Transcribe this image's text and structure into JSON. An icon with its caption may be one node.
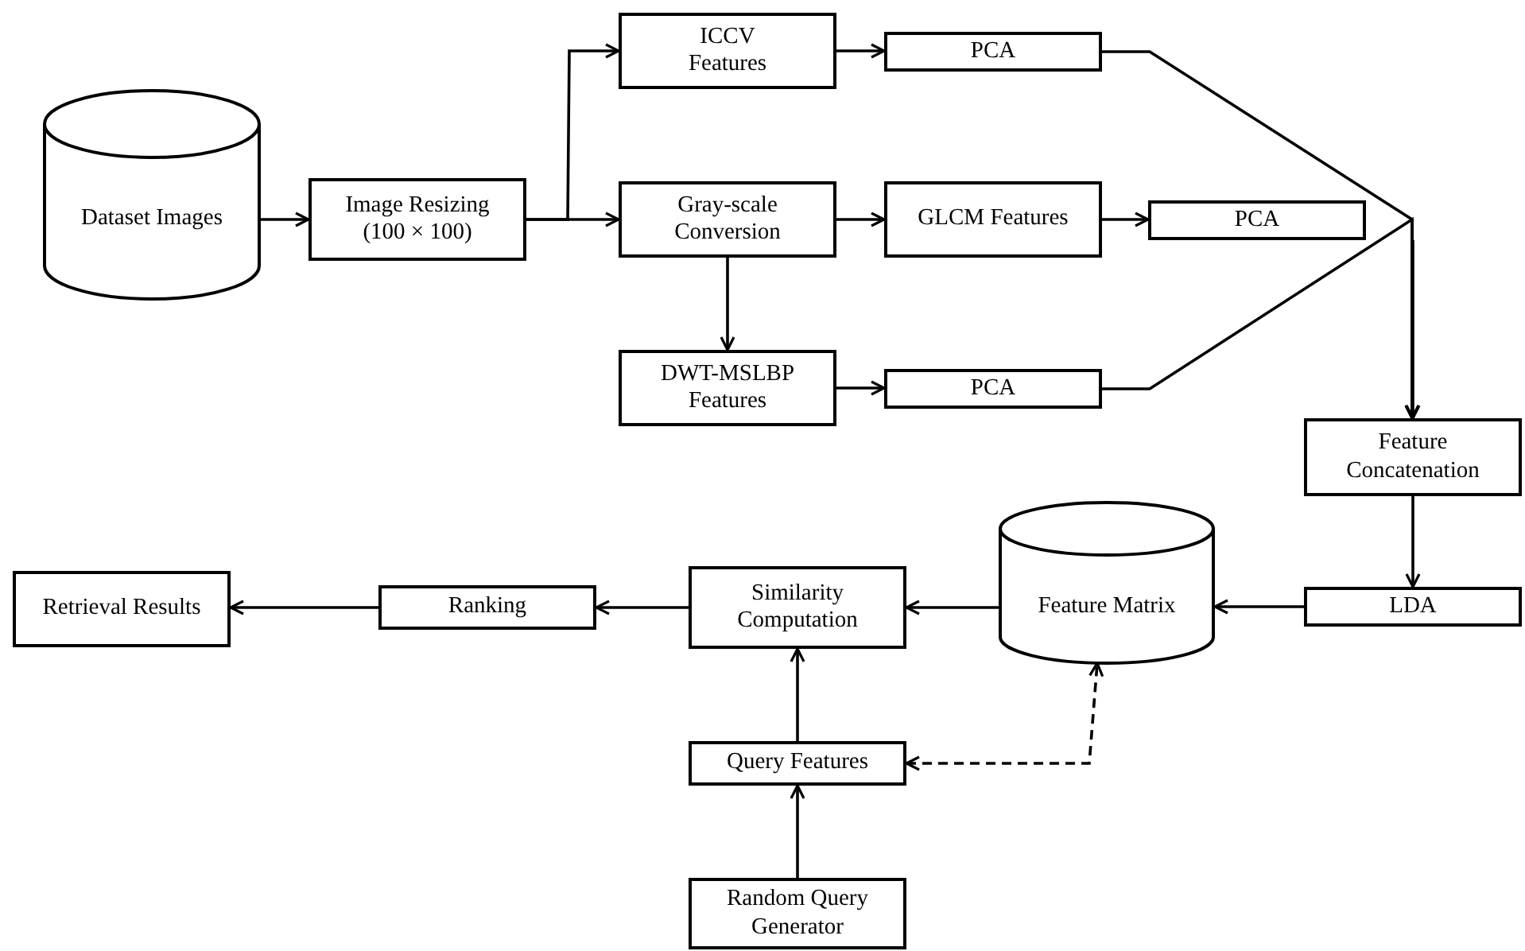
{
  "diagram": {
    "nodes": [
      {
        "text": [
          "Dataset Images"
        ]
      },
      {
        "text": [
          "Image Resizing (100 × 100)"
        ]
      },
      {
        "text": [
          "ICCV Features"
        ]
      },
      {
        "text": [
          "Gray-scale Conversion"
        ]
      },
      {
        "text": [
          "DWT-MSLBP Features"
        ]
      },
      {
        "text": [
          "PCA"
        ]
      },
      {
        "text": [
          "GLCM Features"
        ]
      },
      {
        "text": [
          "PCA"
        ]
      },
      {
        "text": [
          "PCA"
        ]
      },
      {
        "text": [
          "Feature Concatenation"
        ]
      },
      {
        "text": [
          "LDA"
        ]
      },
      {
        "text": [
          "Feature Matrix"
        ]
      },
      {
        "text": [
          "Similarity Computation"
        ]
      },
      {
        "text": [
          "Ranking"
        ]
      },
      {
        "text": [
          "Retrieval Results"
        ]
      },
      {
        "text": [
          "Query Features"
        ]
      },
      {
        "text": [
          "Random Query Generator"
        ]
      }
    ],
    "edges": [
      {
        "from": 0,
        "to": 1,
        "arrow": "to"
      },
      {
        "from": 1,
        "to": 2,
        "arrow": "to"
      },
      {
        "from": 1,
        "to": 3,
        "arrow": "to"
      },
      {
        "from": 3,
        "to": 4,
        "arrow": "to"
      },
      {
        "from": 2,
        "to": 5,
        "arrow": "to"
      },
      {
        "from": 3,
        "to": 6,
        "arrow": "to"
      },
      {
        "from": 6,
        "to": 7,
        "arrow": "to"
      },
      {
        "from": 4,
        "to": 8,
        "arrow": "to"
      },
      {
        "from": 5,
        "to": 9,
        "arrow": "to"
      },
      {
        "from": 7,
        "to": 9,
        "arrow": "to"
      },
      {
        "from": 8,
        "to": 9,
        "arrow": "to"
      },
      {
        "from": 9,
        "to": 10,
        "arrow": "to"
      },
      {
        "from": 10,
        "to": 11,
        "arrow": "to"
      },
      {
        "from": 11,
        "to": 12,
        "arrow": "to"
      },
      {
        "from": 12,
        "to": 13,
        "arrow": "to"
      },
      {
        "from": 13,
        "to": 14,
        "arrow": "to"
      },
      {
        "from": 16,
        "to": 15,
        "arrow": "to"
      },
      {
        "from": 15,
        "to": 12,
        "arrow": "to"
      },
      {
        "from": 15,
        "to": 11,
        "arrow": "both",
        "style": "dashed"
      }
    ]
  }
}
